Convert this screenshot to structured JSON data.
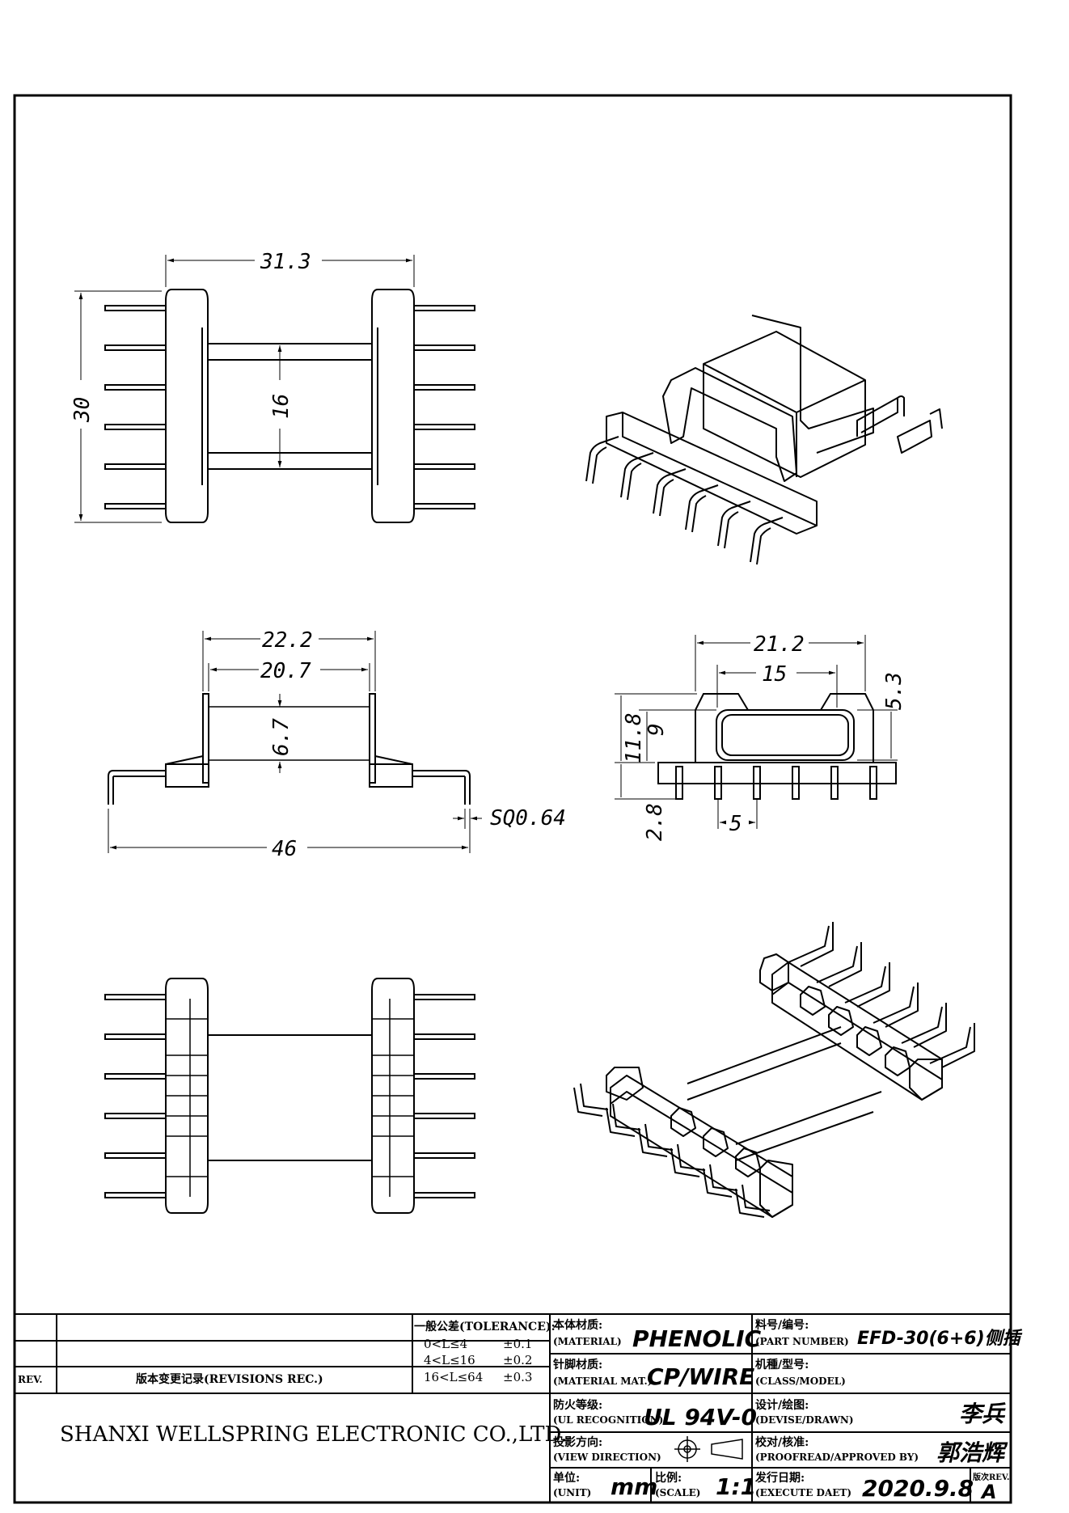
{
  "dimensions": {
    "top_width": "31.3",
    "top_height": "30",
    "top_inner": "16",
    "side_outer": "22.2",
    "side_inner": "20.7",
    "side_height": "6.7",
    "side_total": "46",
    "pin_size": "SQ0.64",
    "end_outer": "21.2",
    "end_inner": "15",
    "end_right": "5.3",
    "end_total": "11.8",
    "end_mid": "9",
    "end_pin": "2.8",
    "end_pitch": "5"
  },
  "title_block": {
    "tolerance_title": "一般公差(TOLERANCE):",
    "tolerance_rows": [
      {
        "range": "0<L≤4",
        "value": "±0.1"
      },
      {
        "range": "4<L≤16",
        "value": "±0.2"
      },
      {
        "range": "16<L≤64",
        "value": "±0.3"
      }
    ],
    "rev_label": "REV.",
    "revisions_label": "版本变更记录(REVISIONS REC.)",
    "company": "SHANXI WELLSPRING ELECTRONIC CO.,LTD.",
    "material_label": "本体材质:",
    "material_sub": "(MATERIAL)",
    "material_value": "PHENOLIC",
    "wire_label": "针脚材质:",
    "wire_sub": "(MATERIAL MAT.)",
    "wire_value": "CP/WIRE",
    "ul_label": "防火等级:",
    "ul_sub": "(UL RECOGNITION)",
    "ul_value": "UL 94V-0",
    "view_label": "投影方向:",
    "view_sub": "(VIEW DIRECTION)",
    "unit_label": "单位:",
    "unit_sub": "(UNIT)",
    "unit_value": "mm",
    "scale_label": "比例:",
    "scale_sub": "(SCALE)",
    "scale_value": "1:1",
    "part_label": "料号/编号:",
    "part_sub": "(PART NUMBER)",
    "part_value": "EFD-30(6+6)侧插",
    "class_label": "机種/型号:",
    "class_sub": "(CLASS/MODEL)",
    "drawn_label": "设计/绘图:",
    "drawn_sub": "(DEVISE/DRAWN)",
    "drawn_value": "李兵",
    "approved_label": "校对/核准:",
    "approved_sub": "(PROOFREAD/APPROVED BY)",
    "approved_value": "郭浩辉",
    "date_label": "发行日期:",
    "date_sub": "(EXECUTE DAET)",
    "date_value": "2020.9.8",
    "rev_cell_label": "版次REV.",
    "rev_value": "A"
  }
}
